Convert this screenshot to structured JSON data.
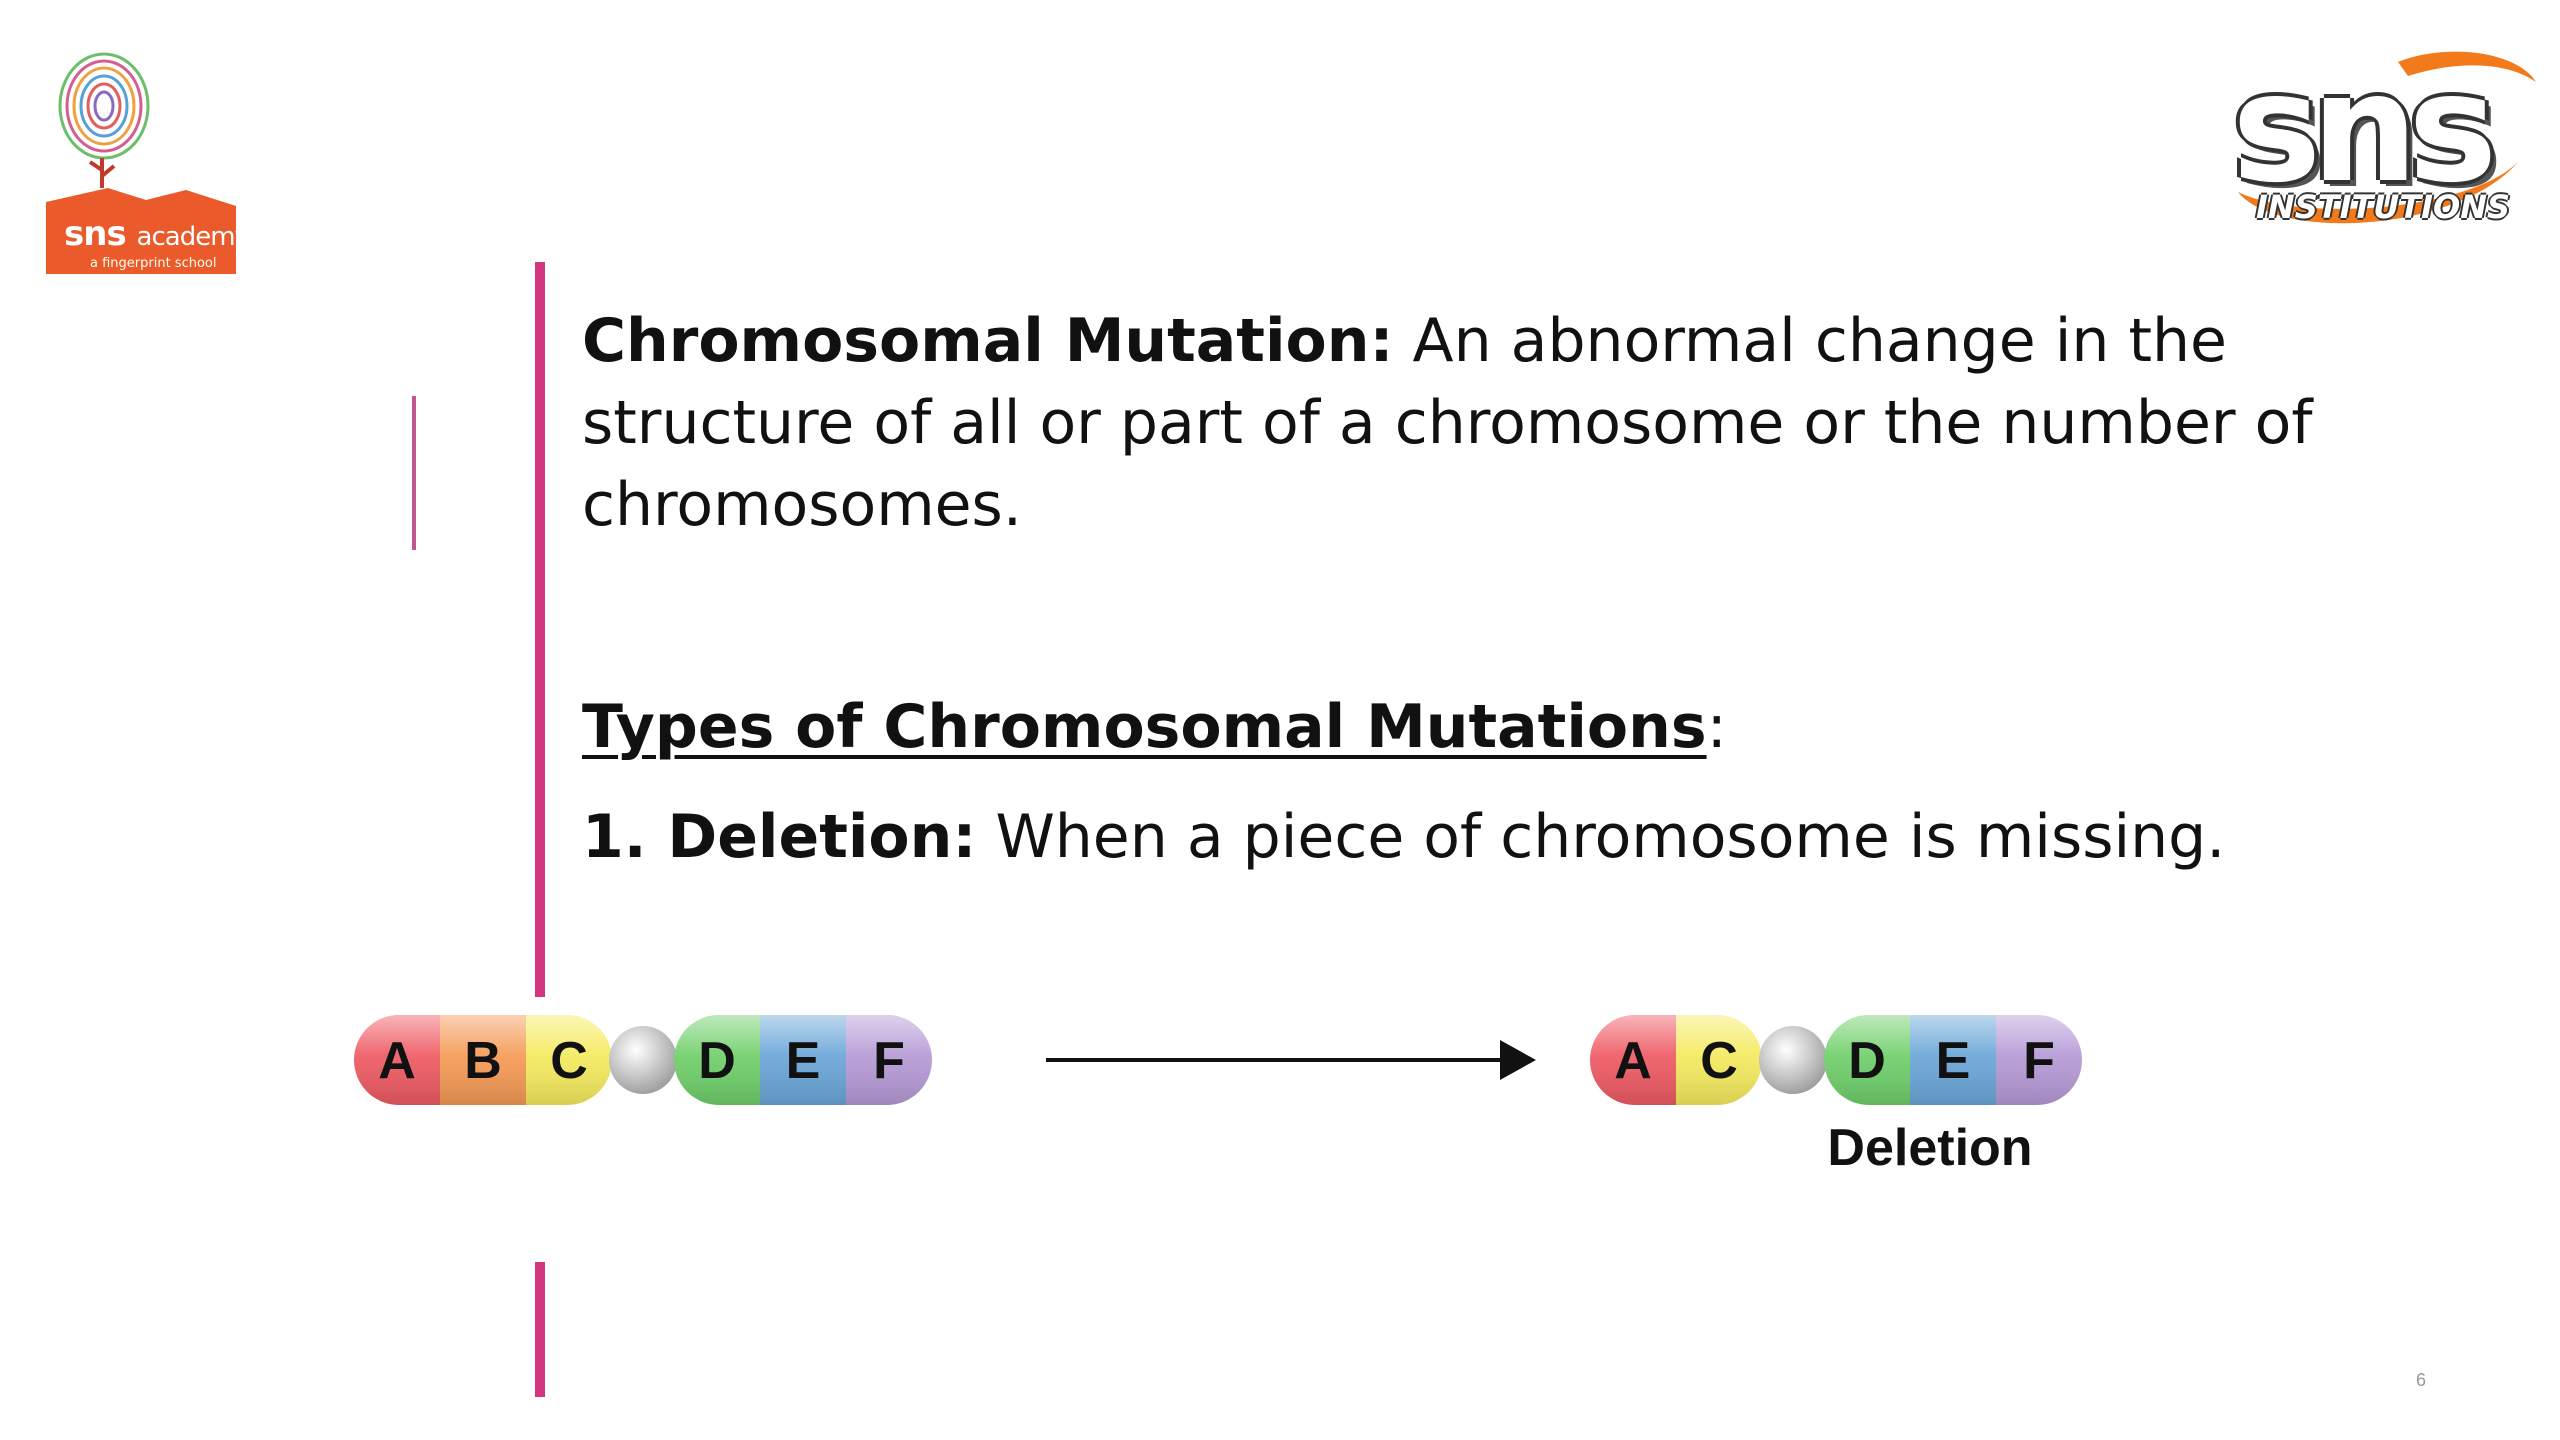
{
  "logos": {
    "left": {
      "name": "sns",
      "suffix": "academy",
      "tagline": "a fingerprint school",
      "color": "#ea5a2b"
    },
    "right": {
      "name": "sns",
      "suffix": "INSTITUTIONS",
      "accent": "#f27a1a"
    }
  },
  "definition": {
    "term": "Chromosomal Mutation:",
    "text": " An abnormal change in the structure of all or part of a chromosome or the number of chromosomes."
  },
  "types": {
    "heading": "Types of Chromosomal Mutations",
    "colon": ":",
    "item1_term": "1. Deletion:",
    "item1_text": " When a piece of chromosome is missing."
  },
  "diagram": {
    "before_segments": [
      {
        "label": "A",
        "color": "#ee5a63"
      },
      {
        "label": "B",
        "color": "#f59a55"
      },
      {
        "label": "C",
        "color": "#f5ea5e"
      },
      {
        "label": "",
        "color": "#bfbfbf",
        "centromere": true
      },
      {
        "label": "D",
        "color": "#6fcf6a"
      },
      {
        "label": "E",
        "color": "#6aa6d8"
      },
      {
        "label": "F",
        "color": "#b59ad6"
      }
    ],
    "after_segments": [
      {
        "label": "A",
        "color": "#ee5a63"
      },
      {
        "label": "C",
        "color": "#f5ea5e"
      },
      {
        "label": "",
        "color": "#bfbfbf",
        "centromere": true
      },
      {
        "label": "D",
        "color": "#6fcf6a"
      },
      {
        "label": "E",
        "color": "#6aa6d8"
      },
      {
        "label": "F",
        "color": "#b59ad6"
      }
    ],
    "caption": "Deletion"
  },
  "page_number": "6"
}
